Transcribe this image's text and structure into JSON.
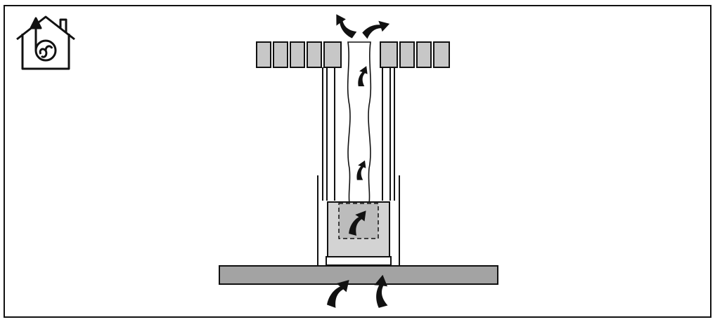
{
  "diagram": {
    "type": "installation-airflow-illustration",
    "icon": "exhaust-air-mode-icon",
    "colors": {
      "line": "#111111",
      "panel_gray": "#c7c7c7",
      "hood_gray": "#cfcfcf",
      "hob_gray": "#a3a3a3",
      "arrow": "#111111"
    },
    "arrows": {
      "intake_count": 2,
      "duct_count": 3,
      "exhaust_count": 2
    },
    "ceiling_panels": {
      "left_count": 5,
      "right_count": 4
    }
  }
}
